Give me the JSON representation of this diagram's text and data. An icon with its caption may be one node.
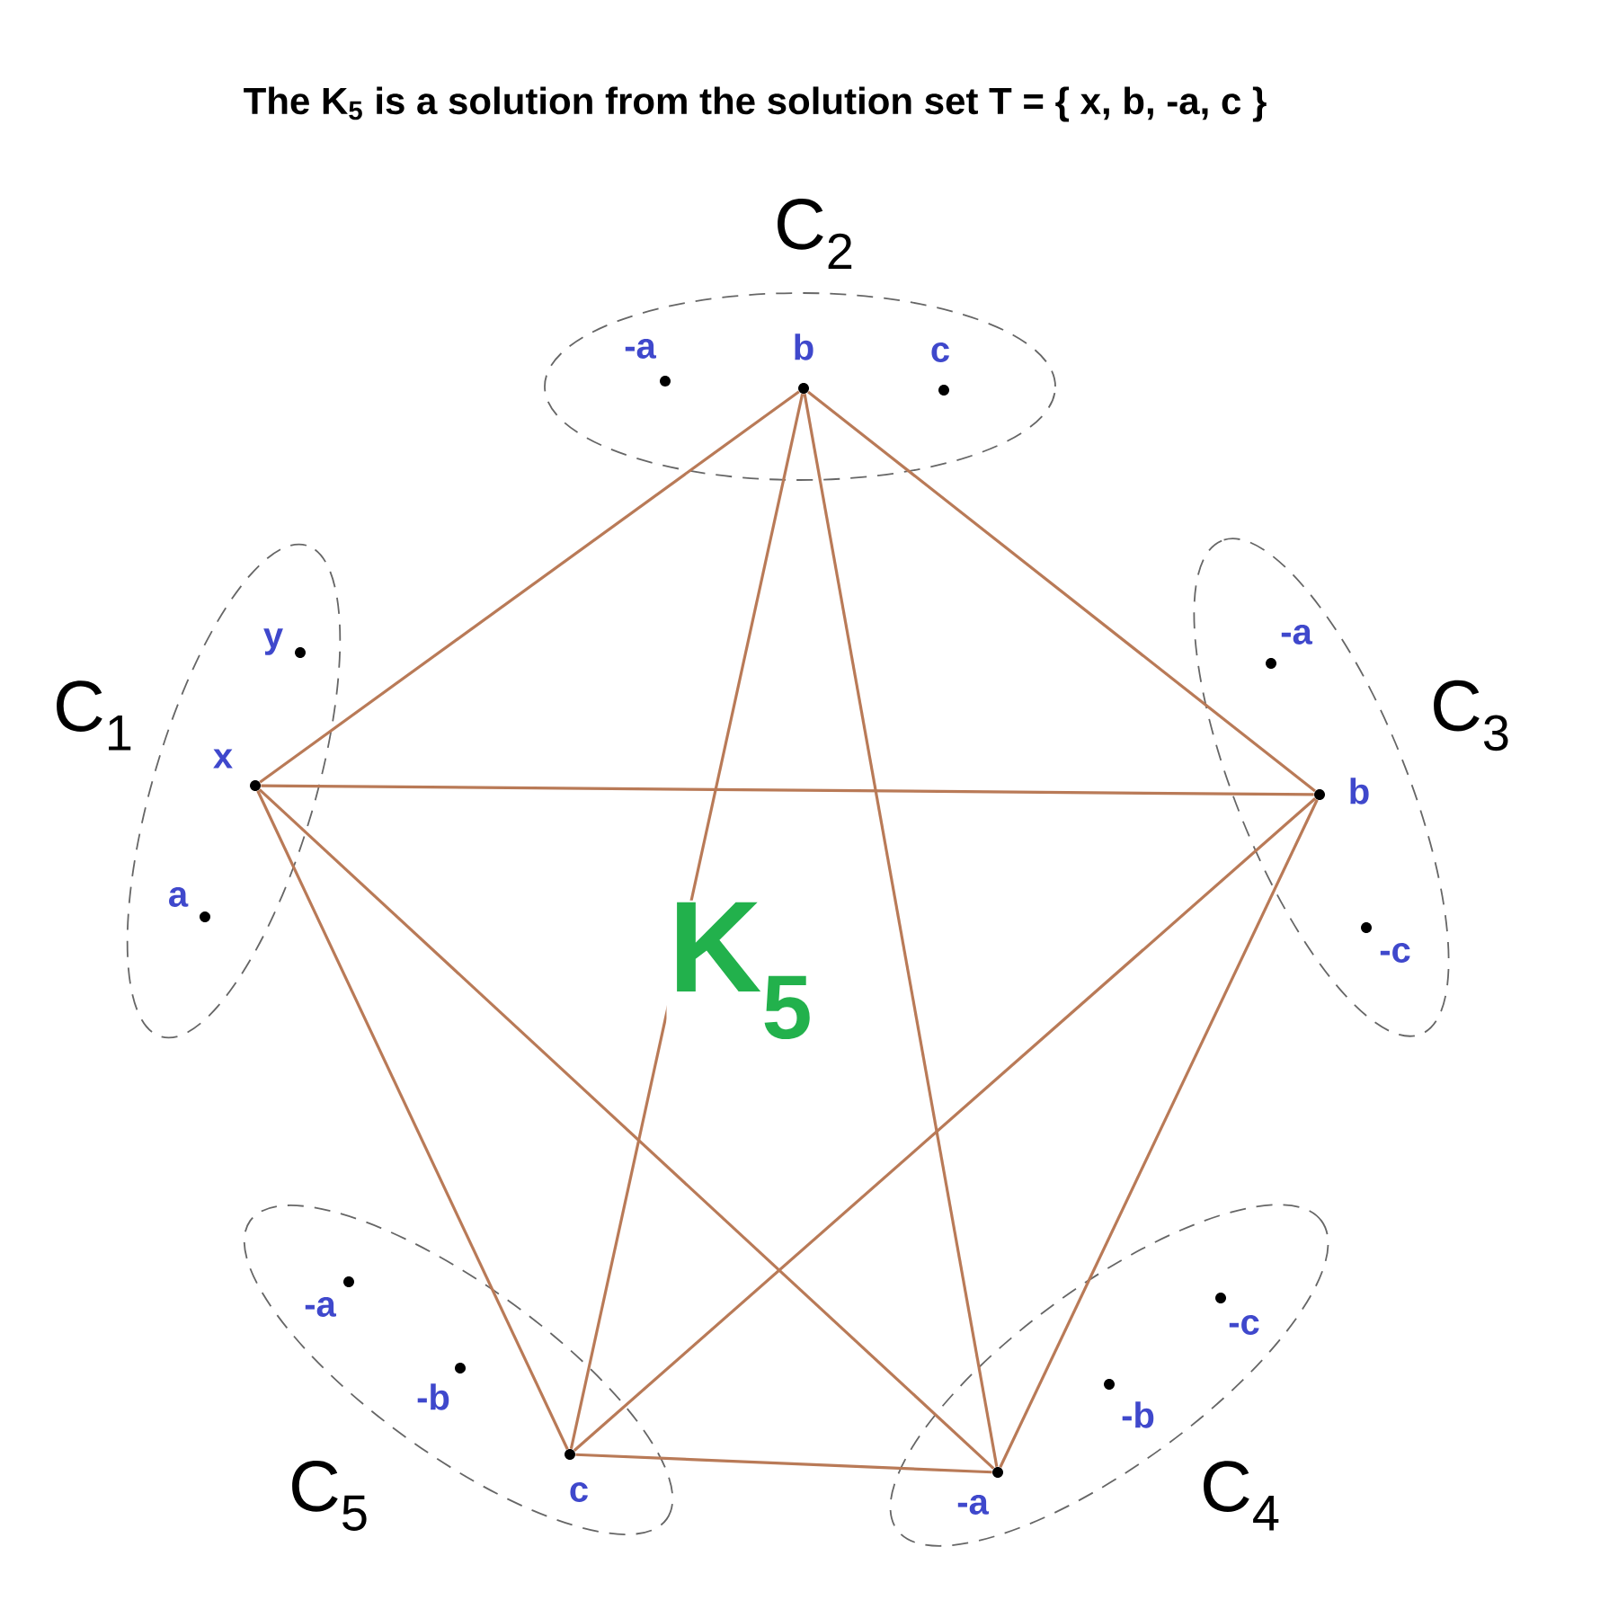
{
  "diagram": {
    "title": "The K$_{5}$ is a solution from the solution set T = { x, b, -a, c }",
    "nodes": [
      {
        "text": [
          "C$_{1}$"
        ]
      },
      {
        "text": [
          "y"
        ],
        "in": 0
      },
      {
        "text": [
          "x"
        ],
        "in": 0
      },
      {
        "text": [
          "a"
        ],
        "in": 0
      },
      {
        "text": [
          "C$_{2}$"
        ]
      },
      {
        "text": [
          "-a"
        ],
        "in": 4
      },
      {
        "text": [
          "b"
        ],
        "in": 4
      },
      {
        "text": [
          "c"
        ],
        "in": 4
      },
      {
        "text": [
          "C$_{3}$"
        ]
      },
      {
        "text": [
          "-a"
        ],
        "in": 8
      },
      {
        "text": [
          "b"
        ],
        "in": 8
      },
      {
        "text": [
          "-c"
        ],
        "in": 8
      },
      {
        "text": [
          "C$_{4}$"
        ]
      },
      {
        "text": [
          "-c"
        ],
        "in": 12
      },
      {
        "text": [
          "-b"
        ],
        "in": 12
      },
      {
        "text": [
          "-a"
        ],
        "in": 12
      },
      {
        "text": [
          "C$_{5}$"
        ]
      },
      {
        "text": [
          "-a"
        ],
        "in": 16
      },
      {
        "text": [
          "-b"
        ],
        "in": 16
      },
      {
        "text": [
          "c"
        ],
        "in": 16
      }
    ],
    "edges": [
      {
        "from": 2,
        "to": 6,
        "arrow": "none"
      },
      {
        "from": 2,
        "to": 10,
        "arrow": "none"
      },
      {
        "from": 2,
        "to": 15,
        "arrow": "none"
      },
      {
        "from": 2,
        "to": 19,
        "arrow": "none"
      },
      {
        "from": 6,
        "to": 10,
        "arrow": "none"
      },
      {
        "from": 6,
        "to": 15,
        "arrow": "none"
      },
      {
        "from": 6,
        "to": 19,
        "arrow": "none"
      },
      {
        "from": 10,
        "to": 15,
        "arrow": "none"
      },
      {
        "from": 10,
        "to": 19,
        "arrow": "none"
      },
      {
        "from": 15,
        "to": 19,
        "arrow": "none"
      }
    ],
    "labels": [
      "K$_{5}$"
    ]
  }
}
